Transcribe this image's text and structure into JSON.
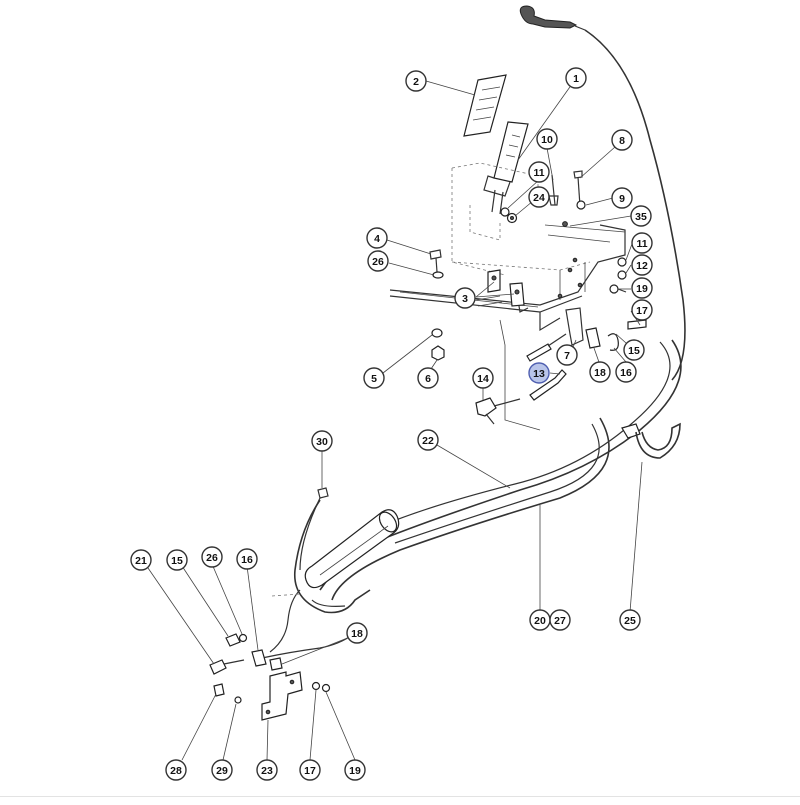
{
  "diagram": {
    "callouts": [
      {
        "id": "c-2",
        "label": "2"
      },
      {
        "id": "c-1",
        "label": "1"
      },
      {
        "id": "c-10",
        "label": "10"
      },
      {
        "id": "c-8",
        "label": "8"
      },
      {
        "id": "c-11a",
        "label": "11"
      },
      {
        "id": "c-24",
        "label": "24"
      },
      {
        "id": "c-9",
        "label": "9"
      },
      {
        "id": "c-35",
        "label": "35"
      },
      {
        "id": "c-4",
        "label": "4"
      },
      {
        "id": "c-11b",
        "label": "11"
      },
      {
        "id": "c-26a",
        "label": "26"
      },
      {
        "id": "c-12",
        "label": "12"
      },
      {
        "id": "c-19a",
        "label": "19"
      },
      {
        "id": "c-3",
        "label": "3"
      },
      {
        "id": "c-17a",
        "label": "17"
      },
      {
        "id": "c-15a",
        "label": "15"
      },
      {
        "id": "c-7",
        "label": "7"
      },
      {
        "id": "c-5",
        "label": "5"
      },
      {
        "id": "c-6",
        "label": "6"
      },
      {
        "id": "c-13",
        "label": "13",
        "selected": true
      },
      {
        "id": "c-18a",
        "label": "18"
      },
      {
        "id": "c-16a",
        "label": "16"
      },
      {
        "id": "c-14",
        "label": "14"
      },
      {
        "id": "c-30",
        "label": "30"
      },
      {
        "id": "c-22",
        "label": "22"
      },
      {
        "id": "c-21",
        "label": "21"
      },
      {
        "id": "c-15b",
        "label": "15"
      },
      {
        "id": "c-26b",
        "label": "26"
      },
      {
        "id": "c-16b",
        "label": "16"
      },
      {
        "id": "c-18b",
        "label": "18"
      },
      {
        "id": "c-20",
        "label": "20"
      },
      {
        "id": "c-27",
        "label": "27"
      },
      {
        "id": "c-25",
        "label": "25"
      },
      {
        "id": "c-28",
        "label": "28"
      },
      {
        "id": "c-29",
        "label": "29"
      },
      {
        "id": "c-23",
        "label": "23"
      },
      {
        "id": "c-17b",
        "label": "17"
      },
      {
        "id": "c-19b",
        "label": "19"
      }
    ]
  },
  "colors": {
    "line": "#333333",
    "selected_fill": "#b9c5ea",
    "selected_stroke": "#4f5fb0"
  }
}
